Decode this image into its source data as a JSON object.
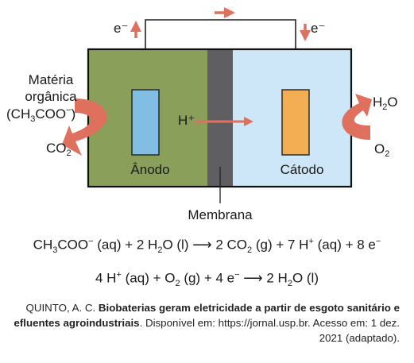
{
  "diagram": {
    "electron_top_left": "e⁻",
    "electron_top_right": "e⁻",
    "left_input": {
      "line1": "Matéria",
      "line2": "orgânica",
      "line3": "(CH3COO⁻)"
    },
    "left_output": "CO2",
    "proton_label": "H⁺",
    "anode_label": "Ânodo",
    "cathode_label": "Cátodo",
    "membrane_label": "Membrana",
    "right_output": "H2O",
    "right_input": "O2"
  },
  "equations": {
    "eq1": "CH3COO⁻ (aq) + 2 H2O (l) ⟶ 2 CO2 (g) + 7 H⁺ (aq) + 8 e⁻",
    "eq2": "4 H⁺ (aq) + O2 (g) + 4 e⁻ ⟶ 2 H2O (l)"
  },
  "citation": {
    "authors": "QUINTO, A. C.",
    "title": "Biobaterias geram eletricidade a partir de esgoto sanitário e efluentes agroindustriais",
    "rest": ". Disponível em: https://jornal.usp.br. Acesso em: 1 dez. 2021 (adaptado)."
  },
  "colors": {
    "anode_chamber": "#8aa05a",
    "cathode_chamber": "#cde7f8",
    "membrane": "#5f5f63",
    "anode_electrode": "#82bde3",
    "cathode_electrode": "#f3ad53",
    "arrow": "#e0705e"
  }
}
